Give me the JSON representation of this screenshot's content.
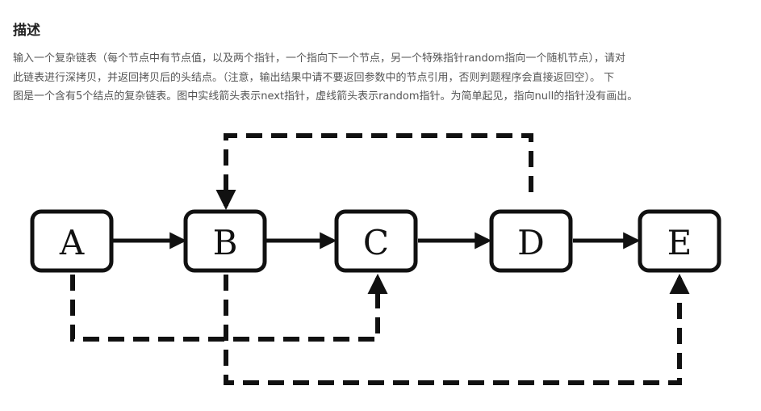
{
  "section": {
    "heading": "描述",
    "lines": [
      "输入一个复杂链表（每个节点中有节点值，以及两个指针，一个指向下一个节点，另一个特殊指针random指向一个随机节点），请对",
      "此链表进行深拷贝，并返回拷贝后的头结点。（注意，输出结果中请不要返回参数中的节点引用，否则判题程序会直接返回空）。 下",
      "图是一个含有5个结点的复杂链表。图中实线箭头表示next指针，虚线箭头表示random指针。为简单起见，指向null的指针没有画出。"
    ]
  },
  "diagram": {
    "nodes": [
      {
        "id": "A",
        "label": "A"
      },
      {
        "id": "B",
        "label": "B"
      },
      {
        "id": "C",
        "label": "C"
      },
      {
        "id": "D",
        "label": "D"
      },
      {
        "id": "E",
        "label": "E"
      }
    ],
    "next_edges": [
      {
        "from": "A",
        "to": "B"
      },
      {
        "from": "B",
        "to": "C"
      },
      {
        "from": "C",
        "to": "D"
      },
      {
        "from": "D",
        "to": "E"
      }
    ],
    "random_edges": [
      {
        "from": "A",
        "to": "C"
      },
      {
        "from": "B",
        "to": "E"
      },
      {
        "from": "D",
        "to": "B"
      }
    ],
    "stroke_color": "#111111"
  }
}
